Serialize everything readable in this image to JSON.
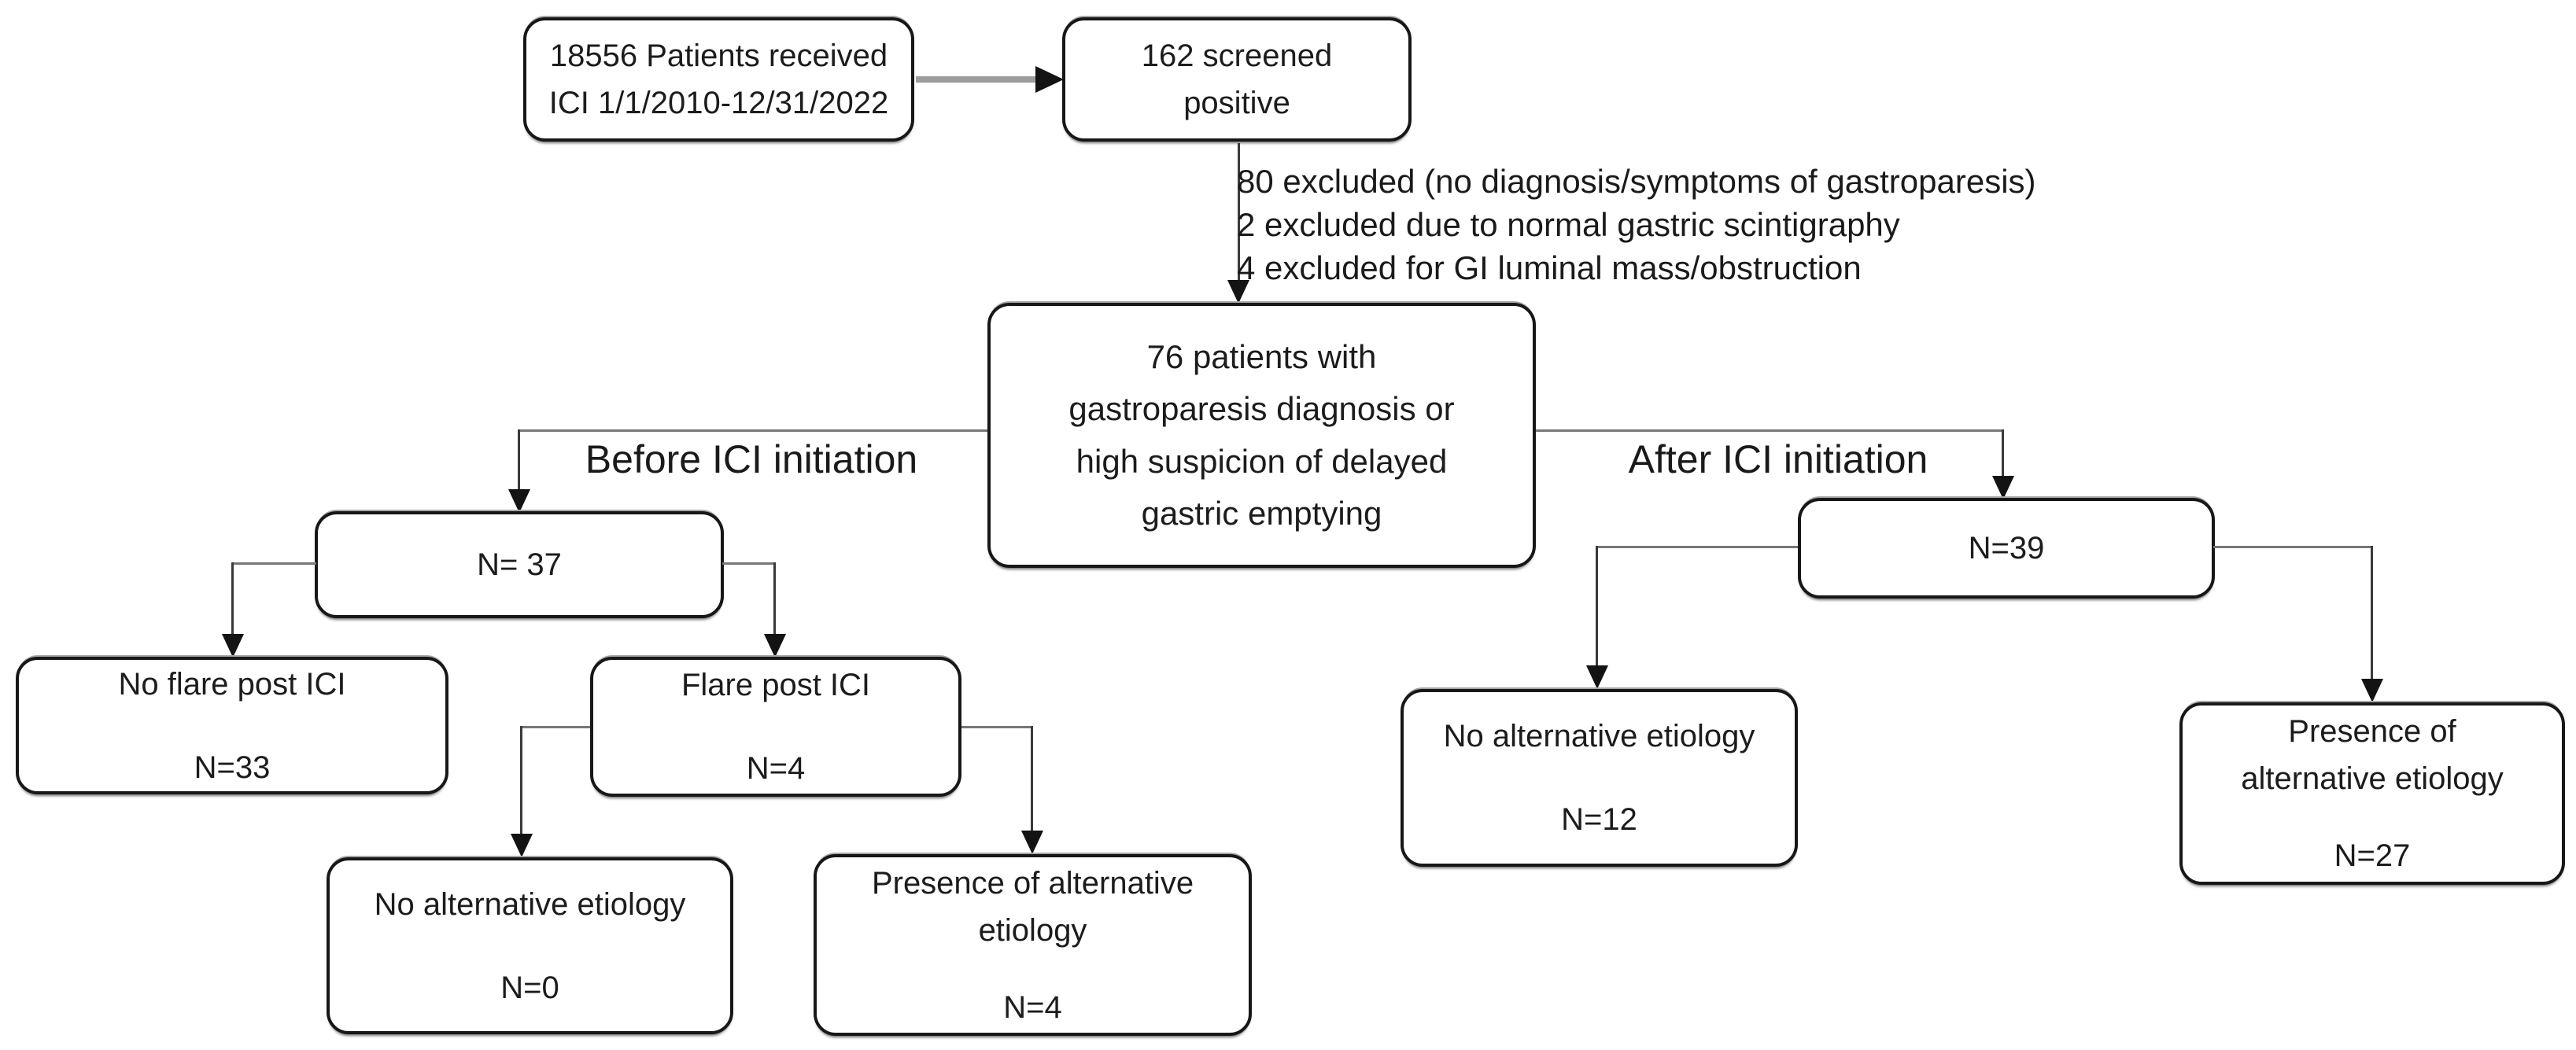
{
  "diagram": {
    "colors": {
      "background": "#ffffff",
      "box_border": "#171717",
      "box_fill": "#ffffff",
      "connector": "#555555",
      "thick_arrow_shaft": "#9c9c9c",
      "arrowhead": "#131313",
      "text": "#1c1c1c"
    },
    "nodes": {
      "received": {
        "line1": "18556 Patients received",
        "line2": "ICI 1/1/2010-12/31/2022"
      },
      "screened": {
        "line1": "162 screened",
        "line2": "positive"
      },
      "exclusions": {
        "line1": "80 excluded (no diagnosis/symptoms of gastroparesis)",
        "line2": "2 excluded due to normal gastric scintigraphy",
        "line3": "4 excluded for GI luminal mass/obstruction"
      },
      "cohort": {
        "line1": "76 patients with",
        "line2": "gastroparesis diagnosis or",
        "line3": "high suspicion of delayed",
        "line4": "gastric emptying"
      },
      "branch_before": {
        "label": "Before ICI initiation",
        "n": "N= 37"
      },
      "branch_after": {
        "label": "After ICI initiation",
        "n": "N=39"
      },
      "no_flare": {
        "title": "No flare post ICI",
        "n": "N=33"
      },
      "flare": {
        "title": "Flare post ICI",
        "n": "N=4"
      },
      "flare_no_alt": {
        "title": "No alternative etiology",
        "n": "N=0"
      },
      "flare_alt": {
        "line1": "Presence of alternative",
        "line2": "etiology",
        "n": "N=4"
      },
      "after_no_alt": {
        "title": "No alternative etiology",
        "n": "N=12"
      },
      "after_alt": {
        "line1": "Presence of",
        "line2": "alternative etiology",
        "n": "N=27"
      }
    }
  }
}
